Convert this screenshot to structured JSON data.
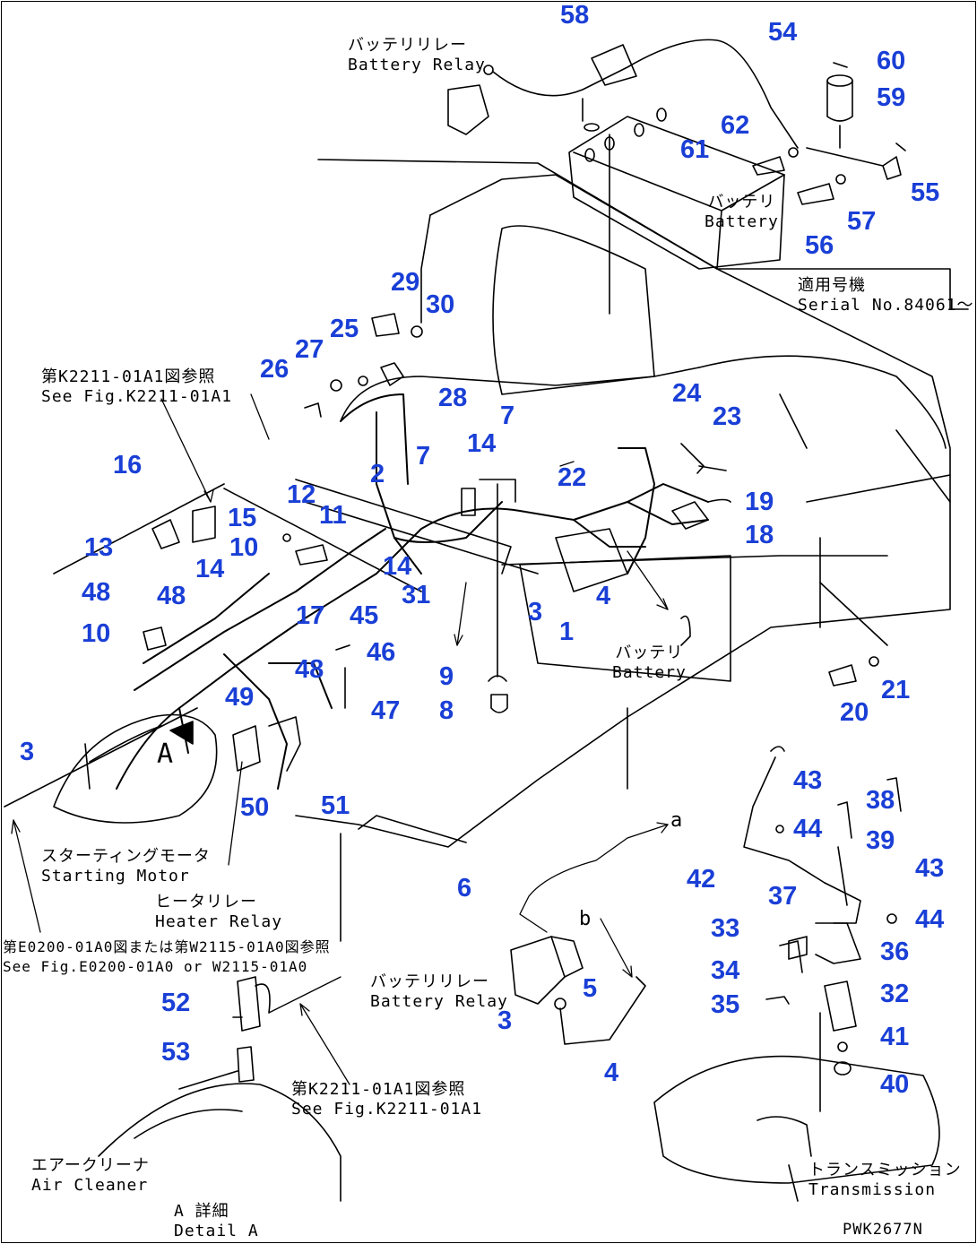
{
  "drawing_code": "PWK2677N",
  "callouts": [
    {
      "id": "c58",
      "text": "58"
    },
    {
      "id": "c54",
      "text": "54"
    },
    {
      "id": "c60",
      "text": "60"
    },
    {
      "id": "c59",
      "text": "59"
    },
    {
      "id": "c62",
      "text": "62"
    },
    {
      "id": "c61",
      "text": "61"
    },
    {
      "id": "c55",
      "text": "55"
    },
    {
      "id": "c57",
      "text": "57"
    },
    {
      "id": "c56",
      "text": "56"
    },
    {
      "id": "c29",
      "text": "29"
    },
    {
      "id": "c30",
      "text": "30"
    },
    {
      "id": "c25",
      "text": "25"
    },
    {
      "id": "c27",
      "text": "27"
    },
    {
      "id": "c26",
      "text": "26"
    },
    {
      "id": "c28",
      "text": "28"
    },
    {
      "id": "c24",
      "text": "24"
    },
    {
      "id": "c23",
      "text": "23"
    },
    {
      "id": "c7a",
      "text": "7"
    },
    {
      "id": "c14a",
      "text": "14"
    },
    {
      "id": "c7b",
      "text": "7"
    },
    {
      "id": "c22",
      "text": "22"
    },
    {
      "id": "c16",
      "text": "16"
    },
    {
      "id": "c2",
      "text": "2"
    },
    {
      "id": "c12",
      "text": "12"
    },
    {
      "id": "c11",
      "text": "11"
    },
    {
      "id": "c15",
      "text": "15"
    },
    {
      "id": "c19",
      "text": "19"
    },
    {
      "id": "c18",
      "text": "18"
    },
    {
      "id": "c13",
      "text": "13"
    },
    {
      "id": "c10a",
      "text": "10"
    },
    {
      "id": "c14b",
      "text": "14"
    },
    {
      "id": "c14c",
      "text": "14"
    },
    {
      "id": "c48a",
      "text": "48"
    },
    {
      "id": "c48b",
      "text": "48"
    },
    {
      "id": "c31",
      "text": "31"
    },
    {
      "id": "c3a",
      "text": "3"
    },
    {
      "id": "c4a",
      "text": "4"
    },
    {
      "id": "c17",
      "text": "17"
    },
    {
      "id": "c45",
      "text": "45"
    },
    {
      "id": "c10b",
      "text": "10"
    },
    {
      "id": "c1",
      "text": "1"
    },
    {
      "id": "c46",
      "text": "46"
    },
    {
      "id": "c48c",
      "text": "48"
    },
    {
      "id": "c9",
      "text": "9"
    },
    {
      "id": "c49",
      "text": "49"
    },
    {
      "id": "c47",
      "text": "47"
    },
    {
      "id": "c8",
      "text": "8"
    },
    {
      "id": "c20",
      "text": "20"
    },
    {
      "id": "c21",
      "text": "21"
    },
    {
      "id": "c3b",
      "text": "3"
    },
    {
      "id": "c43a",
      "text": "43"
    },
    {
      "id": "c38",
      "text": "38"
    },
    {
      "id": "c50",
      "text": "50"
    },
    {
      "id": "c51",
      "text": "51"
    },
    {
      "id": "c44a",
      "text": "44"
    },
    {
      "id": "c39",
      "text": "39"
    },
    {
      "id": "c42",
      "text": "42"
    },
    {
      "id": "c43b",
      "text": "43"
    },
    {
      "id": "c6",
      "text": "6"
    },
    {
      "id": "c37",
      "text": "37"
    },
    {
      "id": "c44b",
      "text": "44"
    },
    {
      "id": "c33",
      "text": "33"
    },
    {
      "id": "c36",
      "text": "36"
    },
    {
      "id": "c34",
      "text": "34"
    },
    {
      "id": "c5",
      "text": "5"
    },
    {
      "id": "c32",
      "text": "32"
    },
    {
      "id": "c35",
      "text": "35"
    },
    {
      "id": "c3c",
      "text": "3"
    },
    {
      "id": "c52",
      "text": "52"
    },
    {
      "id": "c41",
      "text": "41"
    },
    {
      "id": "c53",
      "text": "53"
    },
    {
      "id": "c4b",
      "text": "4"
    },
    {
      "id": "c40",
      "text": "40"
    }
  ],
  "labels": {
    "battery_relay_top": [
      "バッテリリレー",
      "Battery Relay"
    ],
    "battery_top": [
      "バッテリ",
      "Battery"
    ],
    "serial_no": [
      "適用号機",
      "Serial No.84061～"
    ],
    "see_fig_k2211_left": [
      "第K2211-01A1図参照",
      "See Fig.K2211-01A1"
    ],
    "battery_mid": [
      "バッテリ",
      "Battery"
    ],
    "starting_motor": [
      "スターティングモータ",
      "Starting Motor"
    ],
    "heater_relay": [
      "ヒータリレー",
      "Heater Relay"
    ],
    "see_fig_e0200": [
      "第E0200-01A0図または第W2115-01A0図参照",
      "See Fig.E0200-01A0 or W2115-01A0"
    ],
    "battery_relay_bottom": [
      "バッテリリレー",
      "Battery Relay"
    ],
    "see_fig_k2211_bottom": [
      "第K2211-01A1図参照",
      "See Fig.K2211-01A1"
    ],
    "air_cleaner": [
      "エアークリーナ",
      "Air Cleaner"
    ],
    "detail_a": [
      "A 詳細",
      "Detail A"
    ],
    "transmission": [
      "トランスミッション",
      "Transmission"
    ]
  },
  "markers": {
    "a": "a",
    "b": "b",
    "detail": "A"
  }
}
